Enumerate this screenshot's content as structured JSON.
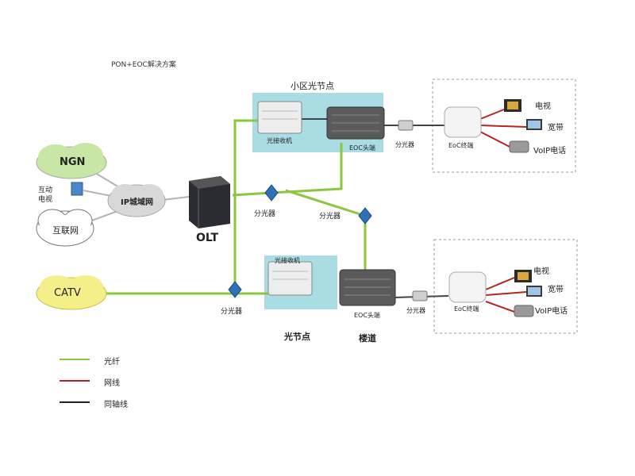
{
  "title": "PON+EOC解决方案",
  "clouds": {
    "ngn": "NGN",
    "ip_network": "IP城域网",
    "internet": "互联网",
    "catv": "CATV"
  },
  "iptv_label_line1": "互动",
  "iptv_label_line2": "电视",
  "olt": "OLT",
  "splitter": "分光器",
  "community_node_title": "小区光节点",
  "optical_receiver": "光接收机",
  "eoc_head": "EOC头端",
  "eoc_terminal": "EoC终端",
  "tv": "电视",
  "broadband": "宽带",
  "voip": "VoIP电话",
  "optical_node": "光节点",
  "building": "楼道",
  "legend": {
    "fiber": "光纤",
    "network": "网线",
    "coax": "同轴线"
  },
  "colors": {
    "fiber": "#8cc63f",
    "network": "#b3261e",
    "coax": "#222222",
    "cloud_green": "#c8e6a6",
    "cloud_gray": "#d8d8d8",
    "cloud_yellow": "#f5ef8a",
    "node_bg": "#a9dde3",
    "splitter": "#2f6fb5"
  }
}
